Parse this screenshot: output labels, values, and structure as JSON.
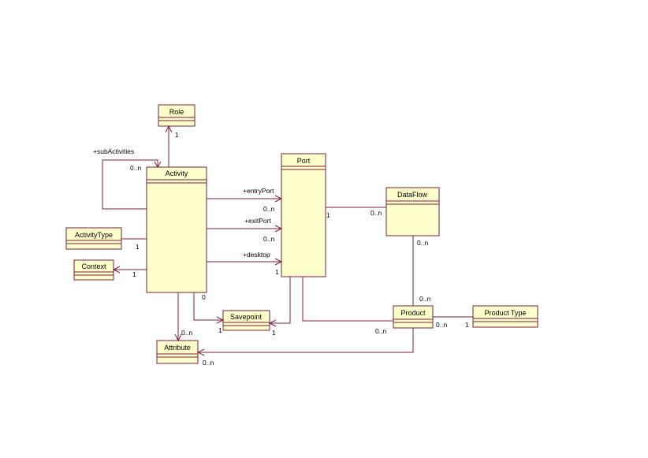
{
  "classes": {
    "role": "Role",
    "activity": "Activity",
    "port": "Port",
    "dataflow": "DataFlow",
    "activitytype": "ActivityType",
    "context": "Context",
    "savepoint": "Savepoint",
    "attribute": "Attribute",
    "product": "Product",
    "producttype": "Product Type"
  },
  "labels": {
    "subactivities": "+subActivities",
    "subactivities_mult": "0..n",
    "role_mult": "1",
    "entryport": "+entryPort",
    "entryport_mult": "0..n",
    "exitport": "+exitPort",
    "exitport_mult": "0..n",
    "desktop": "+desktop",
    "desktop_mult": "1",
    "port_dataflow_one": "1",
    "port_dataflow_many": "0..n",
    "activitytype_mult": "1",
    "context_mult": "1",
    "activity_zero": "0",
    "activity_attr_mult": "0..n",
    "savepoint_left": "1",
    "savepoint_right": "1",
    "dataflow_product_top": "0..n",
    "dataflow_product_bottom": "0..n",
    "port_product_mult": "0..n",
    "product_type_left": "0..n",
    "product_type_right": "1",
    "attribute_product_mult": "0..n"
  }
}
